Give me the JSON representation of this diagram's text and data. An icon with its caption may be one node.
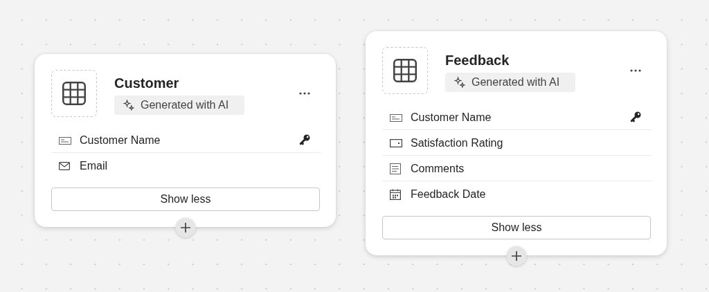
{
  "diagram": {
    "nodes": [
      {
        "text": [
          "Customer",
          "Customer Name",
          "Email"
        ]
      },
      {
        "text": [
          "Generated with AI"
        ],
        "in": 0
      },
      {
        "text": [
          "Show less"
        ],
        "in": 0
      },
      {
        "text": [
          "Feedback",
          "Customer Name",
          "Satisfaction Rating",
          "Comments",
          "Feedback Date"
        ]
      },
      {
        "text": [
          "Generated with AI"
        ],
        "in": 3
      },
      {
        "text": [
          "Show less"
        ],
        "in": 3
      }
    ]
  }
}
